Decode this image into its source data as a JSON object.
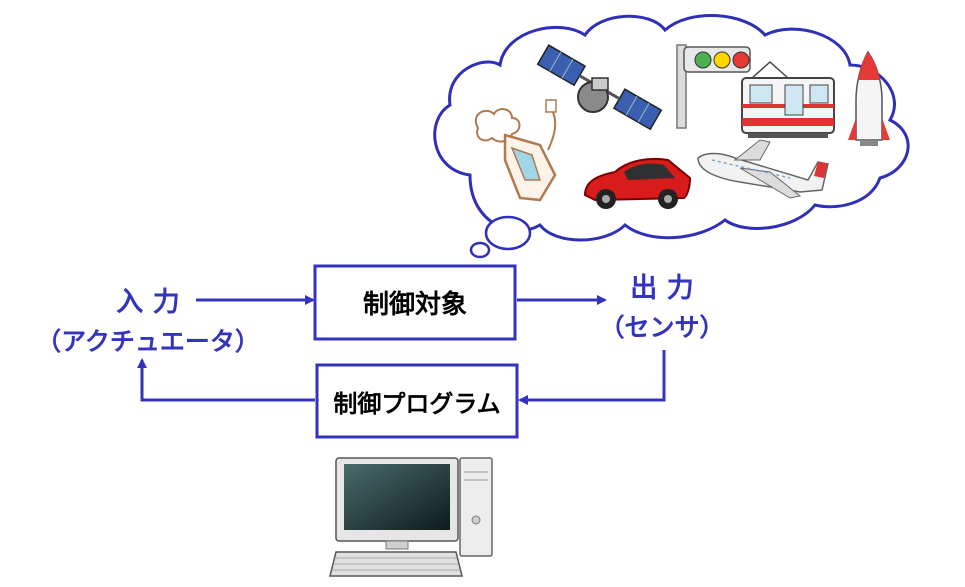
{
  "colors": {
    "arrow": "#3333bb",
    "box_border": "#3333bb",
    "label_text": "#3333bb",
    "box_text": "#000000",
    "cloud_border": "#2f2fb8"
  },
  "input": {
    "line1": "入 力",
    "line2": "（アクチュエータ）"
  },
  "output": {
    "line1": "出 力",
    "line2": "（センサ）"
  },
  "boxes": {
    "plant": "制御対象",
    "program": "制御プログラム"
  },
  "icons": [
    "thought-cloud-icon",
    "iron-icon",
    "satellite-icon",
    "traffic-light-icon",
    "train-icon",
    "rocket-icon",
    "car-icon",
    "airplane-icon",
    "computer-icon"
  ]
}
